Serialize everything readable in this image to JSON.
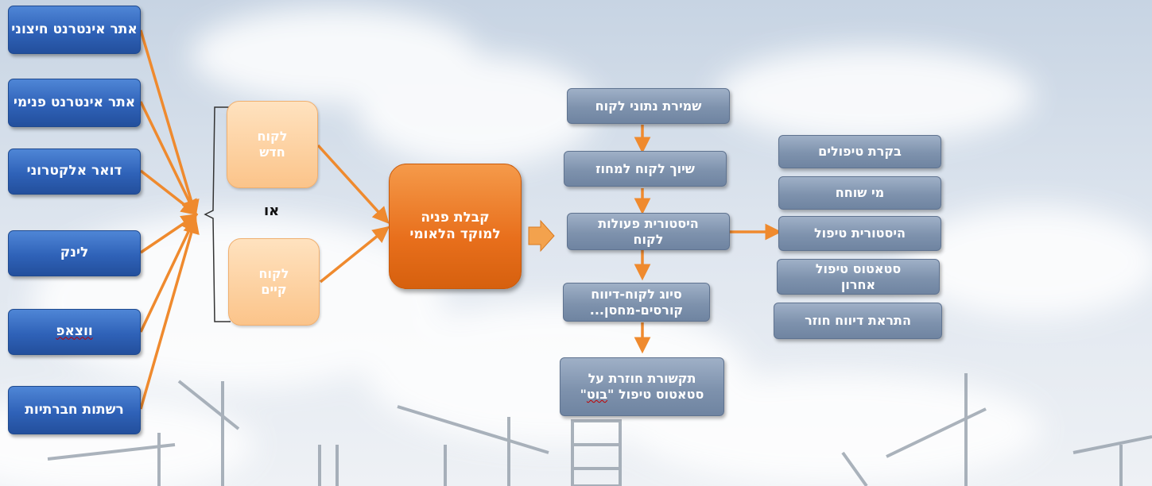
{
  "sources": [
    {
      "label": "אתר אינטרנט חיצוני"
    },
    {
      "label": "אתר אינטרנט פנימי"
    },
    {
      "label": "דואר אלקטרוני"
    },
    {
      "label": "לינק"
    },
    {
      "label": "ווצאפ"
    },
    {
      "label": "רשתות חברתיות"
    }
  ],
  "customers": {
    "new": "לקוח חדש",
    "or": "או",
    "existing": "לקוח קיים"
  },
  "center": {
    "label": "קבלת פניה למוקד הלאומי"
  },
  "process": [
    {
      "label": "שמירת נתוני לקוח"
    },
    {
      "label": "שיוך לקוח למחוז"
    },
    {
      "label": "היסטורית פעולות לקוח"
    },
    {
      "label": "סיוג לקוח-דיווח קורסים-מחסן..."
    },
    {
      "label_prefix": "תקשורת חוזרת על סטאטוס טיפול \"",
      "label_underlined": "בוט",
      "label_suffix": "\""
    }
  ],
  "outcomes": [
    {
      "label": "בקרת טיפולים"
    },
    {
      "label": "מי שוחח"
    },
    {
      "label": "היסטורית טיפול"
    },
    {
      "label": "סטאטוס טיפול אחרון"
    },
    {
      "label": "התראת דיווח חוזר"
    }
  ],
  "colors": {
    "source_blue": "#2f62b8",
    "customer_peach": "#fbc48a",
    "center_orange": "#e86f1c",
    "process_slate": "#7e92ad",
    "arrow_orange": "#ef8a2e"
  }
}
